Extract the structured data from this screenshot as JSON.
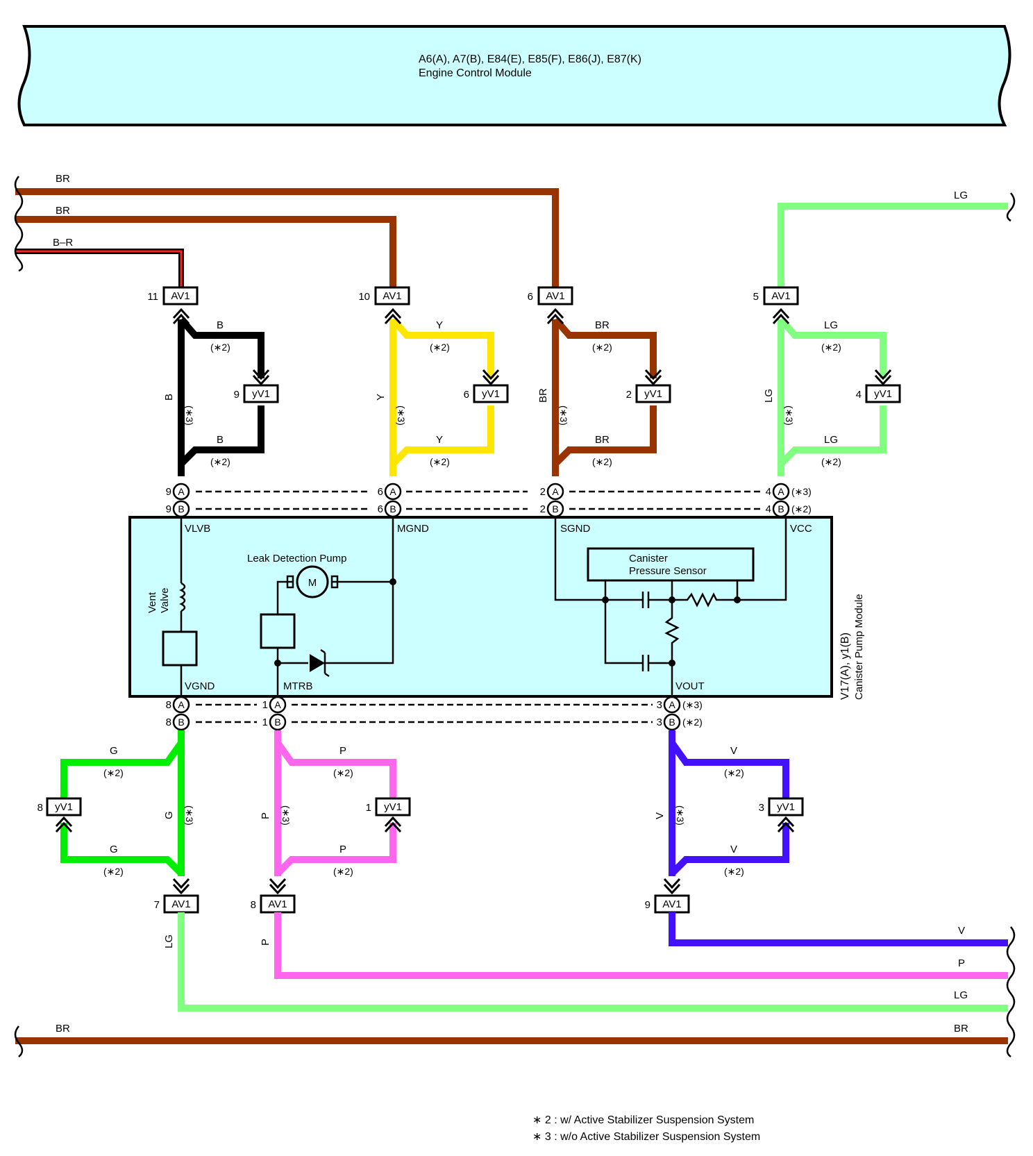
{
  "ecm": {
    "connectors": "A6(A), A7(B), E84(E), E85(F), E86(J), E87(K)",
    "name": "Engine Control Module"
  },
  "module": {
    "connectors": "V17(A), y1(B)",
    "name": "Canister Pump Module",
    "terminals": {
      "vlvb": "VLVB",
      "mgnd": "MGND",
      "sgnd": "SGND",
      "vcc": "VCC",
      "vgnd": "VGND",
      "mtrb": "MTRB",
      "vout": "VOUT"
    },
    "leak_pump": "Leak Detection Pump",
    "motor": "M",
    "vent_valve": "Vent Valve",
    "sensor_line1": "Canister",
    "sensor_line2": "Pressure Sensor"
  },
  "connector_names": {
    "av1": "AV1",
    "yv1": "yV1",
    "a": "A",
    "b": "B"
  },
  "wire_colors": {
    "br": "BR",
    "br_r": "B–R",
    "lg": "LG",
    "b": "B",
    "y": "Y",
    "g": "G",
    "p": "P",
    "v": "V"
  },
  "notes": {
    "n2": "(∗2)",
    "n3": "(∗3)",
    "n3_side": "(∗3)"
  },
  "pins": {
    "t11": "11",
    "t10": "10",
    "t6": "6",
    "t5": "5",
    "y9": "9",
    "y6": "6",
    "y2": "2",
    "y4": "4",
    "a9": "9",
    "b9": "9",
    "a6": "6",
    "b6": "6",
    "a2": "2",
    "b2": "2",
    "a4": "4",
    "b4": "4",
    "a8": "8",
    "b8": "8",
    "a1": "1",
    "b1": "1",
    "a3": "3",
    "b3": "3",
    "yl8": "8",
    "yl1": "1",
    "yl3": "3",
    "bt7": "7",
    "bt8": "8",
    "bt9": "9"
  },
  "legend": {
    "l2": "∗ 2 : w/ Active Stabilizer Suspension System",
    "l3": "∗ 3 : w/o Active Stabilizer Suspension System"
  },
  "colors": {
    "brown": "#993300",
    "black": "#000000",
    "yellow": "#ffe600",
    "lightgreen": "#80ff80",
    "green": "#00ee00",
    "pink": "#ff66ee",
    "violet": "#4411ff",
    "red": "#ff2020",
    "panel": "#ccffff"
  }
}
